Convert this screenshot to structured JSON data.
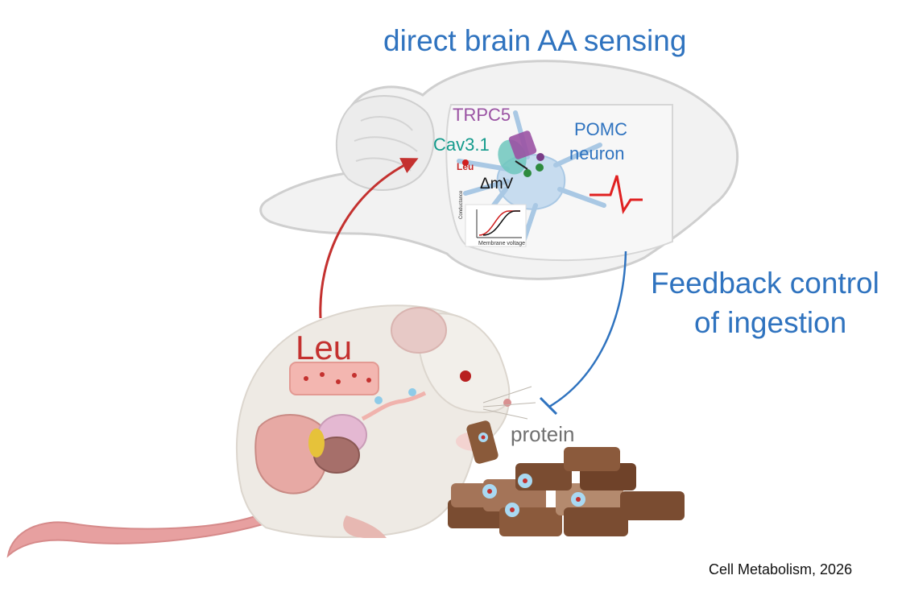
{
  "title": "direct brain AA sensing",
  "feedback": {
    "line1": "Feedback control",
    "line2": "of ingestion"
  },
  "brain_labels": {
    "trpc5": "TRPC5",
    "cav31": "Cav3.1",
    "leu": "Leu",
    "pomc_line1": "POMC",
    "pomc_line2": "neuron",
    "delta_mv": "ΔmV"
  },
  "inset_plot": {
    "ylabel": "Conductance",
    "xlabel": "Membrane voltage"
  },
  "mouse_labels": {
    "leu": "Leu",
    "food": "protein"
  },
  "citation": "Cell Metabolism, 2026",
  "colors": {
    "title_blue": "#2f73bf",
    "arrow_red": "#c4312f",
    "trpc5_purple": "#9a52a3",
    "cav_teal": "#149b8c",
    "spike_red": "#e02020"
  }
}
